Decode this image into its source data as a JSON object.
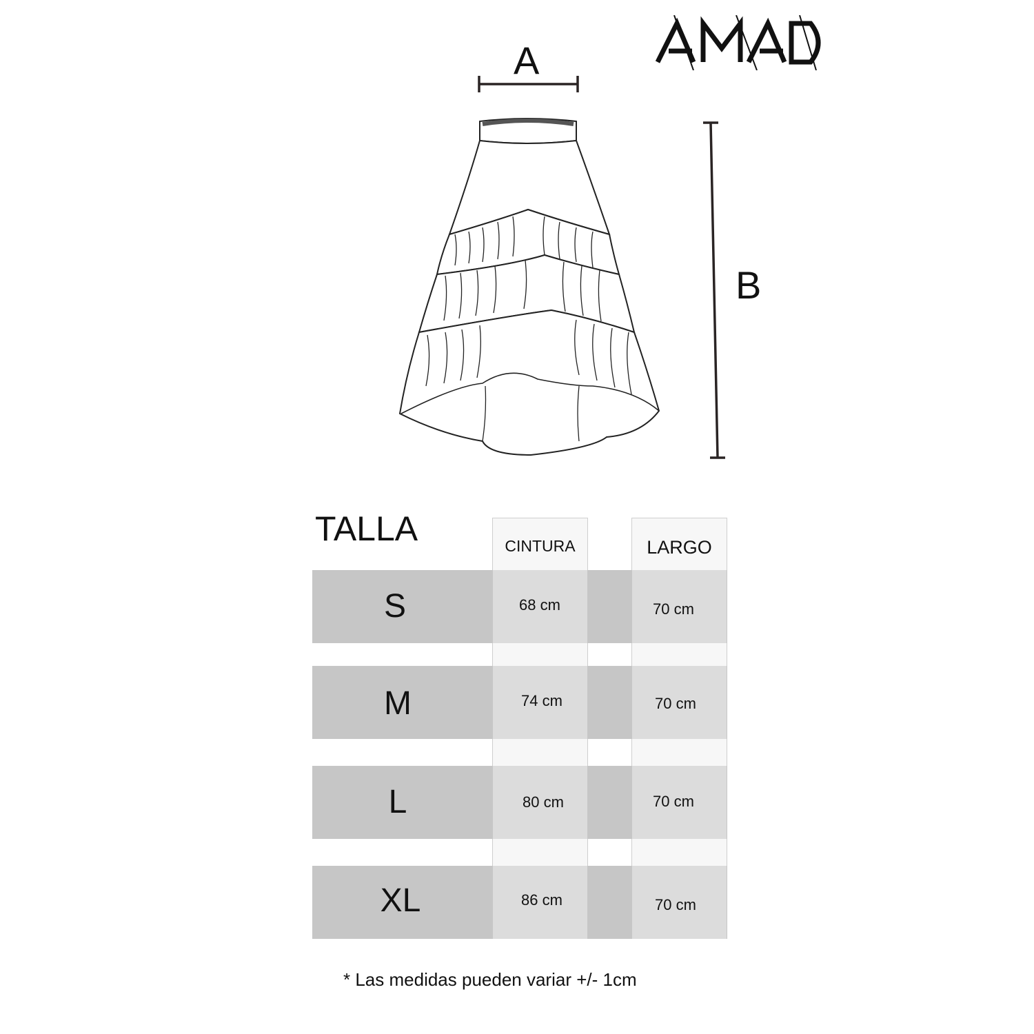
{
  "brand": {
    "name": "AMAD"
  },
  "diagram": {
    "width_label": "A",
    "length_label": "B"
  },
  "size_table": {
    "title": "TALLA",
    "columns": [
      "CINTURA",
      "LARGO"
    ],
    "rows": [
      {
        "size": "S",
        "cintura": "68 cm",
        "largo": "70 cm"
      },
      {
        "size": "M",
        "cintura": "74 cm",
        "largo": "70 cm"
      },
      {
        "size": "L",
        "cintura": "80 cm",
        "largo": "70 cm"
      },
      {
        "size": "XL",
        "cintura": "86 cm",
        "largo": "70 cm"
      }
    ],
    "footnote": "* Las medidas pueden variar +/- 1cm"
  },
  "colors": {
    "band": "#c6c6c6",
    "cell": "#dcdcdc",
    "header_bg": "#f7f7f7",
    "ink": "#111111"
  }
}
